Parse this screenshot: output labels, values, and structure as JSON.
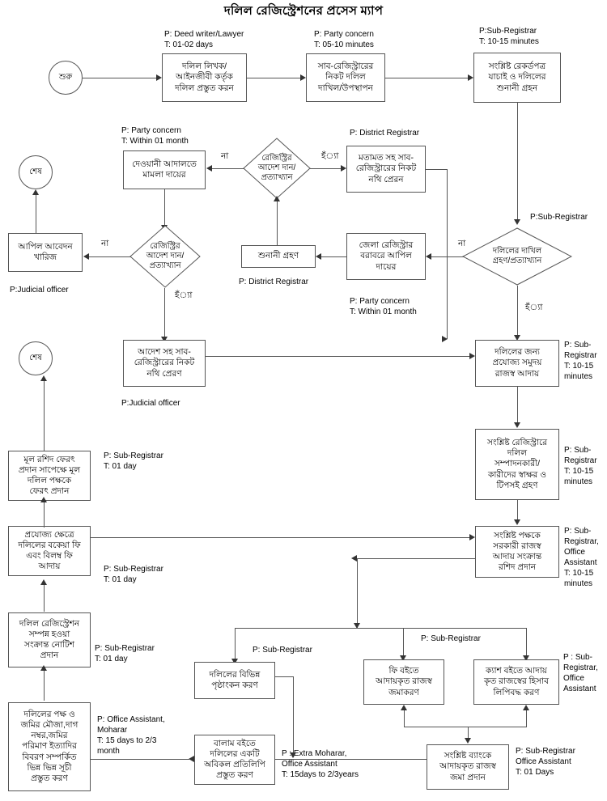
{
  "title": "দলিল রেজিস্ট্রেশনের প্রসেস ম্যাপ",
  "nodes": {
    "start": "শুরু",
    "end_top": "শেষ",
    "end_mid": "শেষ",
    "deed_prepare": "দলিল লিখক/\nআইনজীবী কর্তৃক\nদলিল প্রস্তুত করন",
    "submit_subregistrar": "সাব-রেজিস্ট্রারের\nনিকট দলিল\nদাখিল/উপস্থাপন",
    "verify_records": "সংশ্লিষ্ট রেকর্ডপত্র\nযাচাই ও দলিলের\nশুনানী গ্রহন",
    "civil_court_case": "দেওয়ানী আদালতে\nমামলা দায়ের",
    "opinion_to_subregistrar": "মতামত সহ সাব-\nরেজিস্ট্রারের নিকট\nনথি প্রেরন",
    "appeal_rejected": "আপিল আবেদন\nখারিজ",
    "hearing_accept": "শুনানী গ্রহণ",
    "appeal_district_registrar": "জেলা রেজিস্ট্রার\nবরাবরে আপিল\nদায়ের",
    "order_to_subregistrar": "আদেশ সহ সাব-\nরেজিস্ট্রারের নিকট\nনথি প্রেরণ",
    "collect_revenue": "দলিলের জন্য\nপ্রযোজ্য সমুদয়\nরাজস্ব আদায়",
    "signature_collect": "সংশ্লিষ্ট রেজিস্ট্রারে\nদলিল\nসম্পাদনকারী/\nকারীদের স্বাক্ষর ও\nটিপসই গ্রহণ",
    "receipt_issue": "সংশ্লিষ্ট পক্ষকে\nসরকারী রাজস্ব\nআদায় সংক্রান্ত\nরশিদ প্রদান",
    "return_original_deed": "মূল রশিদ ফেরৎ\nপ্রদান সাপেক্ষে মূল\nদলিল পক্ষকে\nফেরৎ প্রদান",
    "arrears_late_fee": "প্রযোজ্য ক্ষেত্রে\nদলিলের বকেয়া ফি\nএবং বিলম্ব ফি\nআদায়",
    "registration_notice": "দলিল রেজিস্ট্রেশন\nসম্পন্ন হওয়া\nসংক্রান্ত নোটিশ\nপ্রদান",
    "prepare_index": "দলিলের পক্ষ ও\nজমির মৌজা,দাগ\nনম্বর,জমির\nপরিমাণ ইত্যাদির\nবিবরণ সম্পর্কিত\nভিন্ন ভিন্ন সূচী\nপ্রস্তুত করণ",
    "endorsement": "দলিলের বিভিন্ন\nপৃষ্ঠাংকন করণ",
    "balam_copy": "বালাম বইতে\nদলিলের একটি\nঅবিকল প্রতিলিপি\nপ্রস্তুত করণ",
    "fee_book_entry": "ফি বইতে\nআদায়কৃত রাজস্ব\nজমাকরণ",
    "cash_book_entry": "ক্যাশ বইতে আদায়\nকৃত রাজস্বের হিসাব\nলিপিবদ্ধ করণ",
    "bank_deposit": "সংশ্লিষ্ট ব্যাংকে\nআদায়কৃত রাজস্ব\nজমা প্রদান"
  },
  "decisions": {
    "registrar_order_top": "রেজিস্ট্রির\nআদেশ দান/\nপ্রত্যাখ্যান",
    "registrar_order_left": "রেজিস্ট্রির\nআদেশ দান/\nপ্রত্যাখ্যান",
    "deed_accept": "দলিলের দাখিল\nগ্রহণ/প্রত্যাখ্যান"
  },
  "edge_labels": {
    "no_top": "না",
    "yes_top": "হঁ্যা",
    "no_left": "না",
    "yes_left": "হঁ্যা",
    "no_right": "না",
    "yes_right": "হঁ্যা"
  },
  "annotations": {
    "deed_prepare": "P: Deed writer/Lawyer\nT: 01-02 days",
    "submit_subregistrar": "P: Party concern\nT: 05-10 minutes",
    "verify_records": "P:Sub-Registrar\nT: 10-15 minutes",
    "civil_court_case": "P: Party concern\nT: Within 01 month",
    "opinion_to_subregistrar": "P: District Registrar",
    "appeal_rejected": "P:Judicial officer",
    "hearing_accept": "P: District Registrar",
    "appeal_district_registrar": "P: Party concern\nT: Within 01 month",
    "deed_accept": "P:Sub-Registrar",
    "order_to_subregistrar": "P:Judicial officer",
    "collect_revenue": "P: Sub-\nRegistrar\nT: 10-15\nminutes",
    "signature_collect": "P: Sub-\nRegistrar\nT: 10-15\nminutes",
    "receipt_issue": "P: Sub-\nRegistrar,\nOffice\nAssistant\nT: 10-15\nminutes",
    "return_original_deed": "P: Sub-Registrar\nT: 01 day",
    "arrears_late_fee": "P: Sub-Registrar\nT: 01 day",
    "registration_notice": "P: Sub-Registrar\nT: 01 day",
    "prepare_index": "P: Office Assistant,\nMoharar\nT: 15 days to 2/3\nmonth",
    "endorsement": "P: Sub-Registrar",
    "balam_copy": "P : Extra Moharar,\nOffice Assistant\nT: 15days to 2/3years",
    "fee_book_entry": "P: Sub-Registrar",
    "cash_book_entry": "P : Sub-\nRegistrar,\nOffice\nAssistant",
    "bank_deposit": "P: Sub-Registrar\nOffice Assistant\nT: 01 Days"
  },
  "colors": {
    "stroke": "#555555",
    "text": "#000000",
    "background": "#ffffff"
  }
}
